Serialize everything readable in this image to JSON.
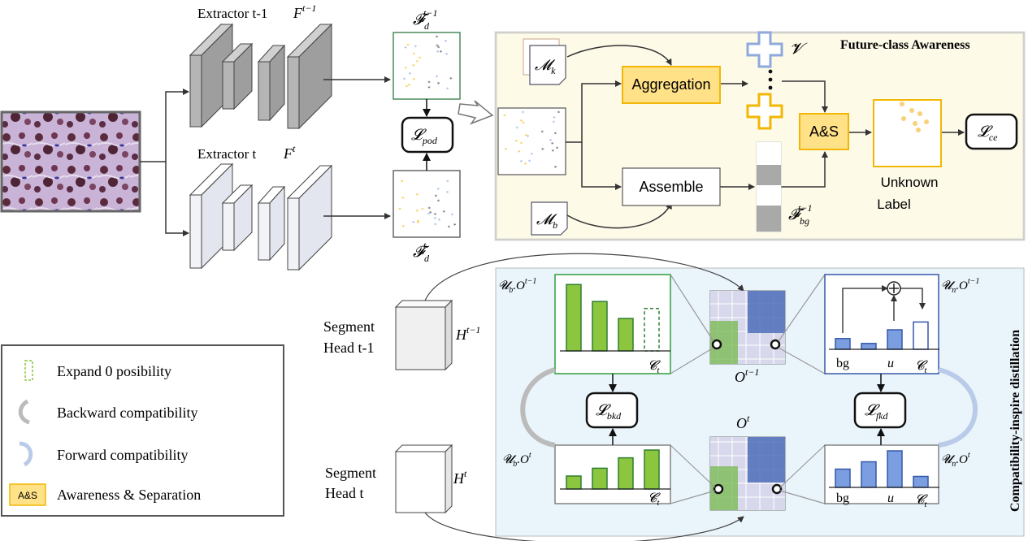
{
  "extractor": {
    "prev_label": "Extractor t-1",
    "prev_feature": "F",
    "prev_feature_sup": "t−1",
    "curr_label": "Extractor t",
    "curr_feature": "F",
    "curr_feature_sup": "t"
  },
  "features": {
    "fd_prev_main": "𝓕",
    "fd_prev_sub": "d",
    "fd_prev_sup": "t−1",
    "fd_curr_main": "𝓕",
    "fd_curr_sub": "d",
    "fd_curr_sup": "t",
    "loss_pod_main": "𝓛",
    "loss_pod_sub": "pod"
  },
  "future_panel": {
    "title": "Future-class Awareness",
    "memory_known_main": "𝓜",
    "memory_known_sub": "k",
    "memory_bg_main": "𝓜",
    "memory_bg_sub": "b",
    "aggregation_label": "Aggregation",
    "assemble_label": "Assemble",
    "v_label": "𝓥",
    "as_label": "A&S",
    "fbg_main": "𝓕",
    "fbg_sub": "bg",
    "fbg_sup": "t−1",
    "unknown_line1": "Unknown",
    "unknown_line2": "Label",
    "loss_ce_main": "𝓛",
    "loss_ce_sub": "ce"
  },
  "compat_panel": {
    "title": "Compatibility-inspire distillation",
    "head_prev_line1": "Segment",
    "head_prev_line2": "Head t-1",
    "head_curr_line1": "Segment",
    "head_curr_line2": "Head t",
    "h_prev_main": "H",
    "h_prev_sup": "t−1",
    "h_curr_main": "H",
    "h_curr_sup": "t",
    "ub_prev": "𝓤",
    "ub_prev_sub": "b",
    "ub_prev_rest": ".O",
    "ub_prev_sup": "t−1",
    "ub_curr": "𝓤",
    "ub_curr_sub": "b",
    "ub_curr_rest": ".O",
    "ub_curr_sup": "t",
    "un_prev": "𝓤",
    "un_prev_sub": "n",
    "un_prev_rest": ".O",
    "un_prev_sup": "t−1",
    "un_curr": "𝓤",
    "un_curr_sub": "n",
    "un_curr_rest": ".O",
    "un_curr_sup": "t",
    "o_prev_main": "O",
    "o_prev_sup": "t−1",
    "o_curr_main": "O",
    "o_curr_sup": "t",
    "ct_main": "𝓒",
    "ct_sub": "t",
    "bg_label": "bg",
    "u_label": "u",
    "loss_bkd_main": "𝓛",
    "loss_bkd_sub": "bkd",
    "loss_fkd_main": "𝓛",
    "loss_fkd_sub": "fkd"
  },
  "legend": {
    "expand": "Expand 0 posibility",
    "backward": "Backward compatibility",
    "forward": "Forward compatibility",
    "as_icon": "A&S",
    "as_text": "Awareness & Separation"
  },
  "bars": {
    "backward_prev": [
      0.86,
      0.64,
      0.42,
      0.55
    ],
    "backward_curr": [
      0.2,
      0.32,
      0.48,
      0.6
    ],
    "forward_prev": [
      0.22,
      0.12,
      0.4,
      0.56
    ],
    "forward_curr": [
      0.3,
      0.42,
      0.6,
      0.18
    ]
  },
  "colors": {
    "green": "#8cc63f",
    "green_dark": "#2e7d32",
    "blue_bar": "#7a9ee0",
    "blue_dark": "#3558a8",
    "yellow": "#ffe187",
    "yellow_border": "#f2b705",
    "future_bg": "#fdfae8",
    "compat_bg": "#eaf4fb"
  }
}
